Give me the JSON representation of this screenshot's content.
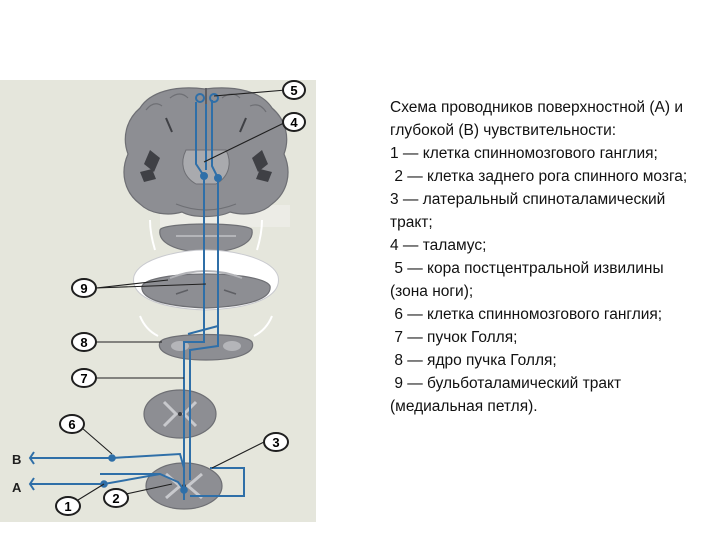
{
  "caption": {
    "lines": [
      "Схема проводников поверхностной (А) и глубокой (В) чувствительности:",
      "1 — клетка спинномозгового ганглия;",
      " 2 — клетка заднего рога спинного мозга;",
      "3 — латеральный спиноталамический тракт;",
      "4 — таламус;",
      " 5 — кора постцентральной извилины (зона ноги);",
      " 6 — клетка спинномозгового ганглия;",
      " 7 — пучок Голля;",
      " 8 — ядро пучка Голля;",
      " 9 — бульботаламический тракт (медиальная петля)."
    ]
  },
  "figure": {
    "labels": {
      "n5": "5",
      "n4": "4",
      "n9": "9",
      "n8": "8",
      "n7": "7",
      "n6": "6",
      "n3": "3",
      "n2": "2",
      "n1": "1",
      "side_b": "B",
      "side_a": "A"
    },
    "colors": {
      "background": "#e5e6dc",
      "tissue": "#8d8e93",
      "tissue_dark": "#5e5f64",
      "tract": "#2f6fa8",
      "label_ring": "#1f1f1f"
    }
  }
}
